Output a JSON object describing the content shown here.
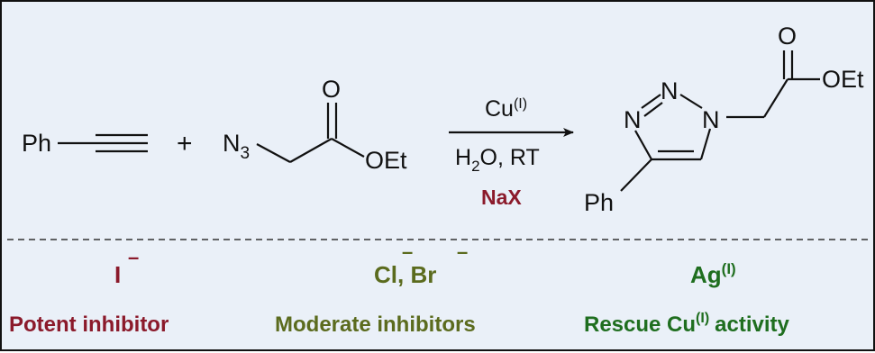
{
  "colors": {
    "background": "#eaf0f8",
    "iodide": "#8b1a2b",
    "chloride_bromide": "#5b6b1e",
    "silver": "#1f6e1f",
    "additive": "#8b1a2b"
  },
  "reaction": {
    "alkyne_substituent": "Ph",
    "plus": "+",
    "azide_label": "N",
    "azide_subscript": "3",
    "ester_oxygen": "O",
    "ester_group": "OEt",
    "catalyst": "Cu",
    "catalyst_oxidation": "(I)",
    "conditions_water": "H",
    "conditions_water_sub": "2",
    "conditions_water_tail": "O, RT",
    "additive": "NaX",
    "product_n_left": "N",
    "product_n_top": "N",
    "product_n_right": "N",
    "product_substituent": "Ph",
    "product_ester_oxygen": "O",
    "product_ester_group": "OEt"
  },
  "effects": {
    "iodide": {
      "ion": "I",
      "charge": "–",
      "label": "Potent inhibitor"
    },
    "chloride_bromide": {
      "ion": "Cl, Br",
      "charge_cl": "–",
      "charge_br": "–",
      "label": "Moderate inhibitors"
    },
    "silver": {
      "ion": "Ag",
      "ion_oxidation": "(I)",
      "label_prefix": "Rescue Cu",
      "label_oxidation": "(I)",
      "label_suffix": "activity"
    }
  }
}
